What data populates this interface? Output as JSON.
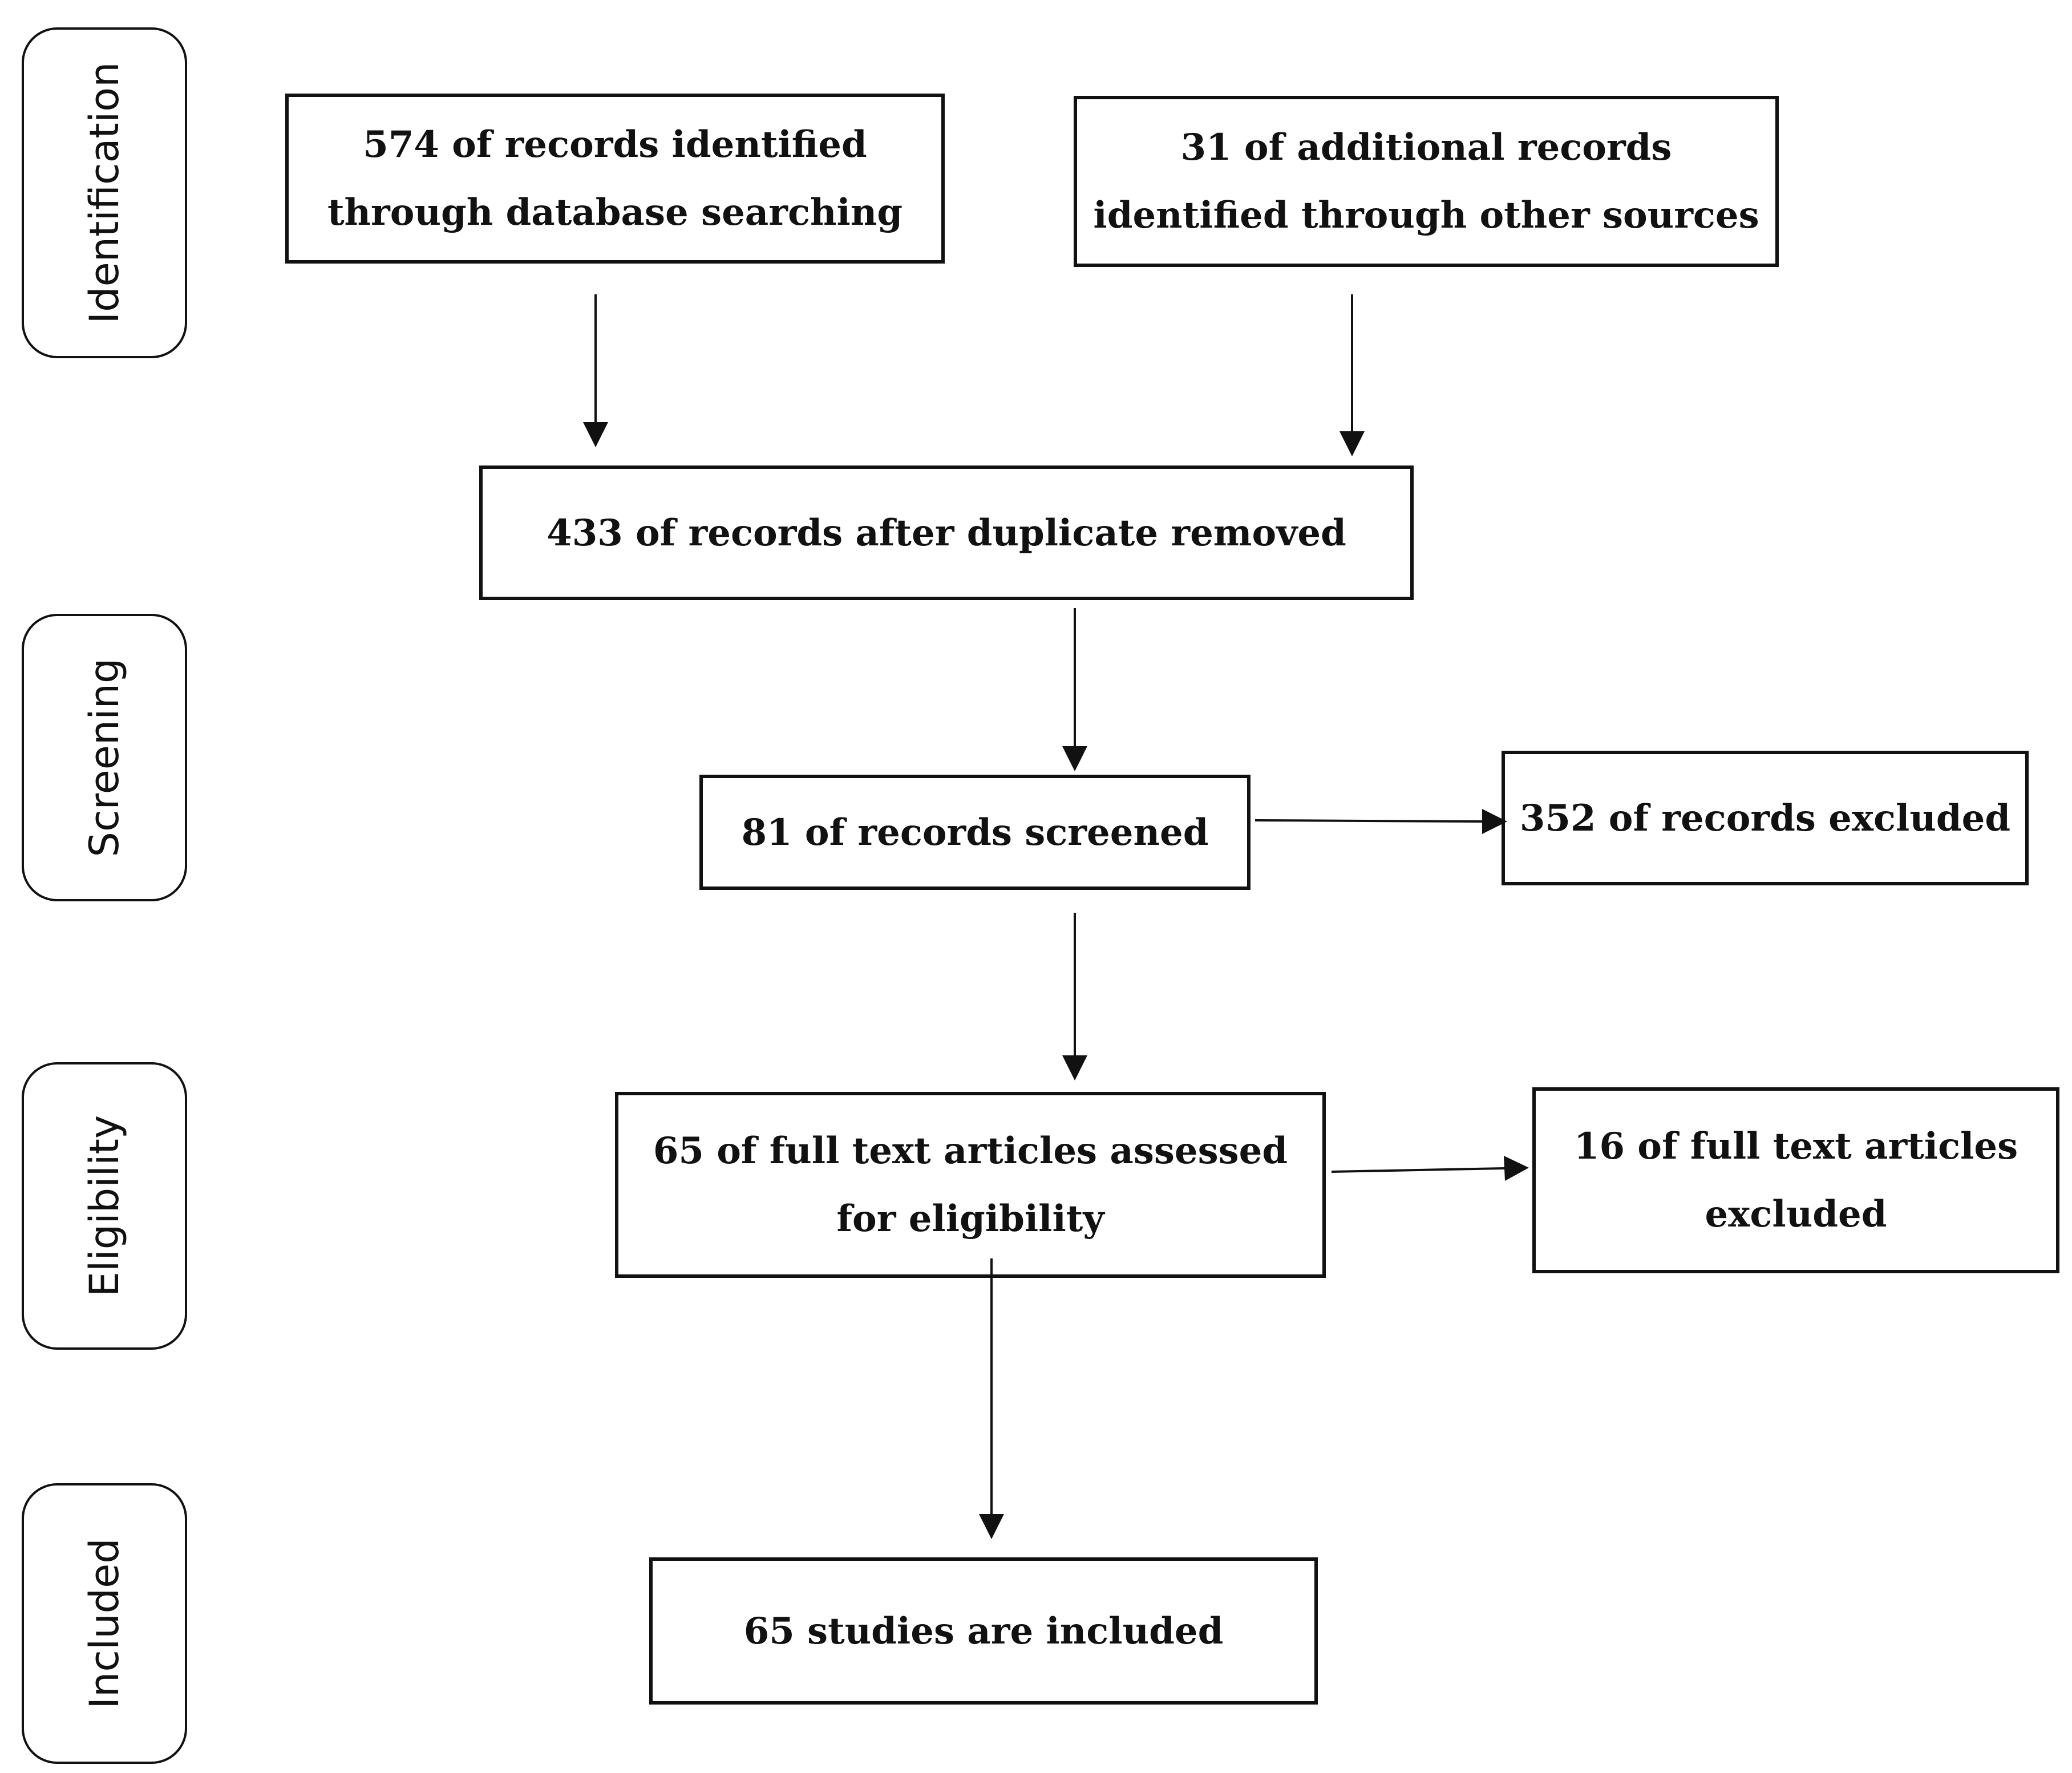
{
  "stages": {
    "identification": "Identification",
    "screening": "Screening",
    "eligibility": "Eligibility",
    "included": "Included"
  },
  "boxes": {
    "database_records": "574 of records identified\nthrough database searching",
    "additional_records": "31 of additional records\nidentified through other sources",
    "after_duplicates": "433 of records after duplicate removed",
    "screened": "81 of records screened",
    "excluded_records": "352 of records excluded",
    "full_text_assessed": "65 of full text articles assessed\nfor eligibility",
    "full_text_excluded": "16 of full text articles\nexcluded",
    "studies_included": "65 studies are included"
  },
  "colors": {
    "stroke": "#111111",
    "background": "#ffffff"
  }
}
